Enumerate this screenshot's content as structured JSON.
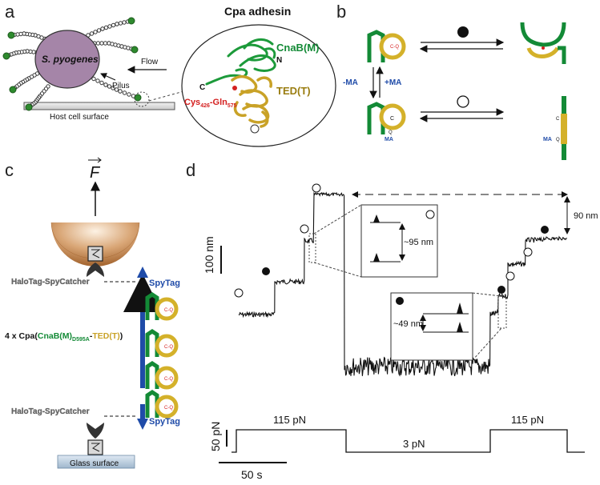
{
  "panel_labels": [
    "a",
    "b",
    "c",
    "d"
  ],
  "panel_a": {
    "title": "Cpa adhesin",
    "bacterium": "S. pyogenes",
    "flow": "Flow",
    "pilus": "Pilus",
    "host": "Host cell surface",
    "domain_m": "CnaB(M)",
    "domain_t": "TED(T)",
    "n_term": "N",
    "c_term": "C",
    "crosslink_a": "Cys",
    "crosslink_a_sub": "426",
    "crosslink_dash": "-",
    "crosslink_b": "Gln",
    "crosslink_b_sub": "575"
  },
  "panel_b": {
    "minus_ma": "-MA",
    "plus_ma": "+MA",
    "ma": "MA",
    "c": "C",
    "q": "Q",
    "cq": "C-Q"
  },
  "panel_c": {
    "force": "F",
    "spytag": "SpyTag",
    "halotag": "HaloTag-SpyCatcher",
    "construct_prefix": "4 x Cpa(",
    "construct_m": "CnaB(M)",
    "construct_sub": "D595A",
    "construct_dash": "-",
    "construct_t": "TED(T)",
    "construct_suffix": ")",
    "glass": "Glass surface"
  },
  "panel_d": {
    "scale_y": "100 nm",
    "scale_x": "50 s",
    "scale_force": "50 pN",
    "span_label": "90 nm",
    "inset1_label": "~95 nm",
    "inset2_label": "~49 nm",
    "force_labels": [
      "115 pN",
      "3 pN",
      "115 pN"
    ]
  },
  "colors": {
    "green": "#138a36",
    "gold": "#d4b12a",
    "red": "#d42020",
    "blue": "#1f4ba8",
    "purple": "#a585a8"
  }
}
